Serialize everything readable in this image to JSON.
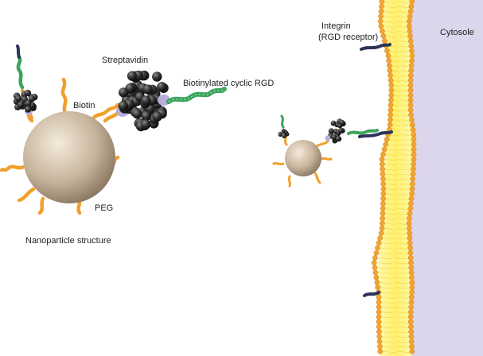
{
  "labels": {
    "streptavidin": "Streptavidin",
    "biotin": "Biotin",
    "biotinylated_rgd": "Biotinylated cyclic RGD",
    "peg": "PEG",
    "nanoparticle_structure": "Nanoparticle structure",
    "integrin_line1": "Integrin",
    "integrin_line2": "(RGD receptor)",
    "cytosole": "Cytosole"
  },
  "colors": {
    "nanoparticle": "#b9a58c",
    "peg": "#f0a12c",
    "biotin": "#b8aed8",
    "streptavidin": "#2a2a2a",
    "rgd": "#3aa55a",
    "membrane_yellow": "#fff48a",
    "lipid_head": "#f2a531",
    "cytosol": "#d9d3ea",
    "integrin": "#2c3559"
  }
}
